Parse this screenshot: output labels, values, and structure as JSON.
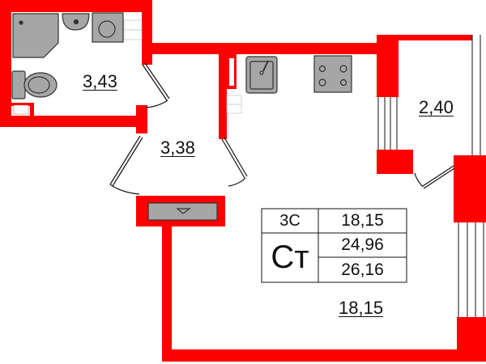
{
  "colors": {
    "wall": "#ff0000",
    "fixture": "#a6a6a6",
    "line": "#111111",
    "background": "#ffffff"
  },
  "rooms": {
    "bathroom": {
      "area": "3,43"
    },
    "hallway": {
      "area": "3,38"
    },
    "balcony": {
      "area": "2,40"
    },
    "living": {
      "area": "18,15"
    }
  },
  "summary": {
    "type_code": "3С",
    "type_label": "Ст",
    "living_area": "18,15",
    "total_area": "24,96",
    "total_with_balcony": "26,16"
  },
  "fixtures": [
    "shower-icon",
    "sink-icon",
    "washer-icon",
    "toilet-icon",
    "kitchen-sink-icon",
    "stove-icon",
    "wardrobe-icon"
  ]
}
